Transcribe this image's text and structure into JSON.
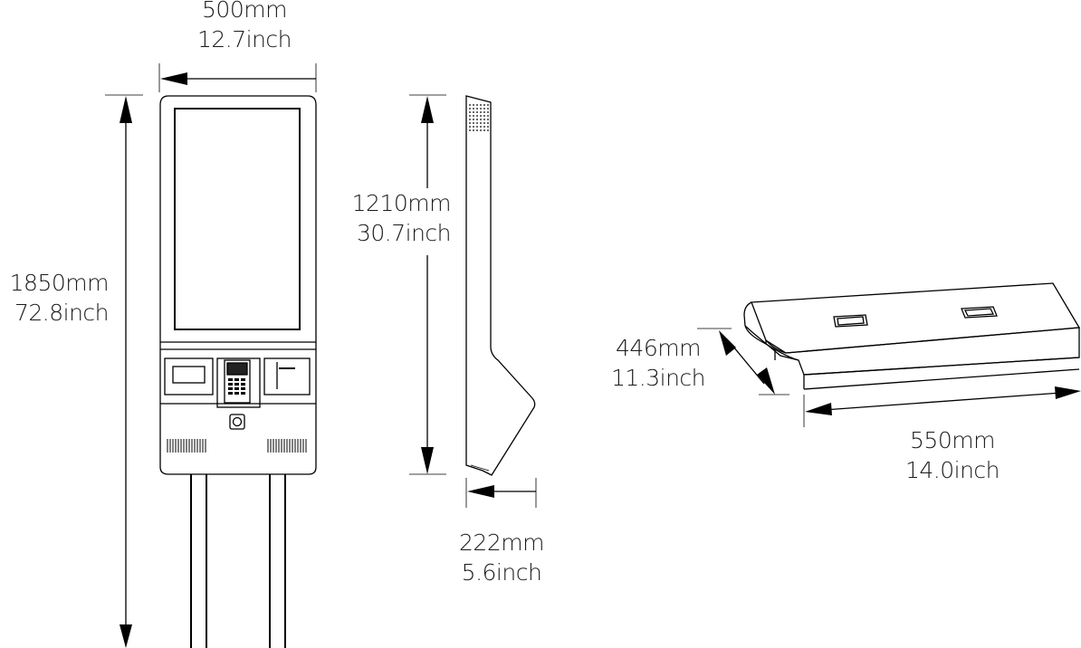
{
  "dimensions": {
    "front_width": {
      "mm": "500mm",
      "inch": "12.7inch"
    },
    "total_height": {
      "mm": "1850mm",
      "inch": "72.8inch"
    },
    "side_height": {
      "mm": "1210mm",
      "inch": "30.7inch"
    },
    "side_depth": {
      "mm": "222mm",
      "inch": "5.6inch"
    },
    "base_depth": {
      "mm": "446mm",
      "inch": "11.3inch"
    },
    "base_width": {
      "mm": "550mm",
      "inch": "14.0inch"
    }
  },
  "colors": {
    "line": "#000000",
    "background": "#ffffff",
    "text": "#1a1a1a"
  }
}
